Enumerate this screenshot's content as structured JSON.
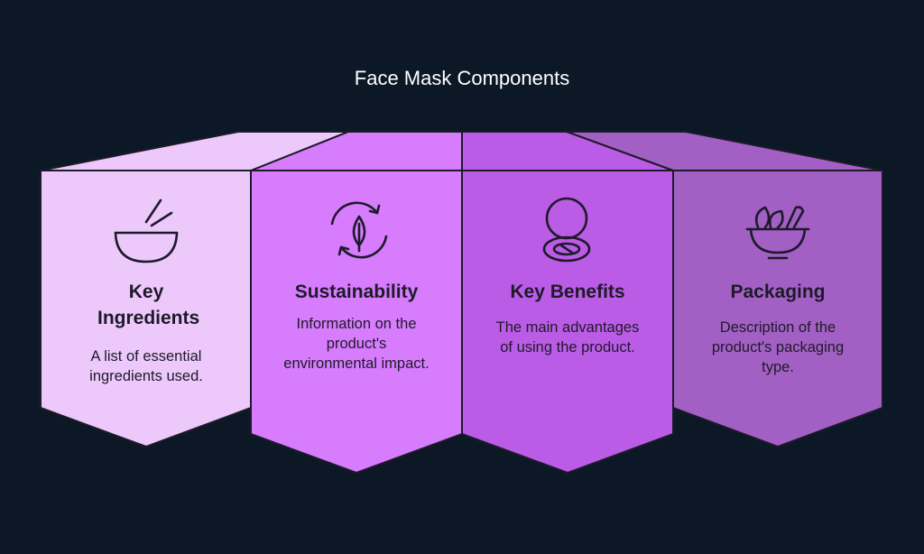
{
  "title": "Face Mask Components",
  "colors": {
    "background": "#0c1826",
    "panel_1": "#ecc8fb",
    "panel_2": "#d67cfc",
    "panel_3": "#bb5ce6",
    "panel_4": "#a260c4",
    "outline": "#1e1a2a"
  },
  "panels": [
    {
      "title": "Key Ingredients",
      "description": "A list of essential ingredients used.",
      "icon": "bowl-with-chopsticks-icon"
    },
    {
      "title": "Sustainability",
      "description": "Information on the product's environmental impact.",
      "icon": "recycle-leaf-icon"
    },
    {
      "title": "Key Benefits",
      "description": "The main advantages of using the product.",
      "icon": "compact-mirror-icon"
    },
    {
      "title": "Packaging",
      "description": "Description of the product's packaging type.",
      "icon": "mortar-with-herbs-icon"
    }
  ]
}
